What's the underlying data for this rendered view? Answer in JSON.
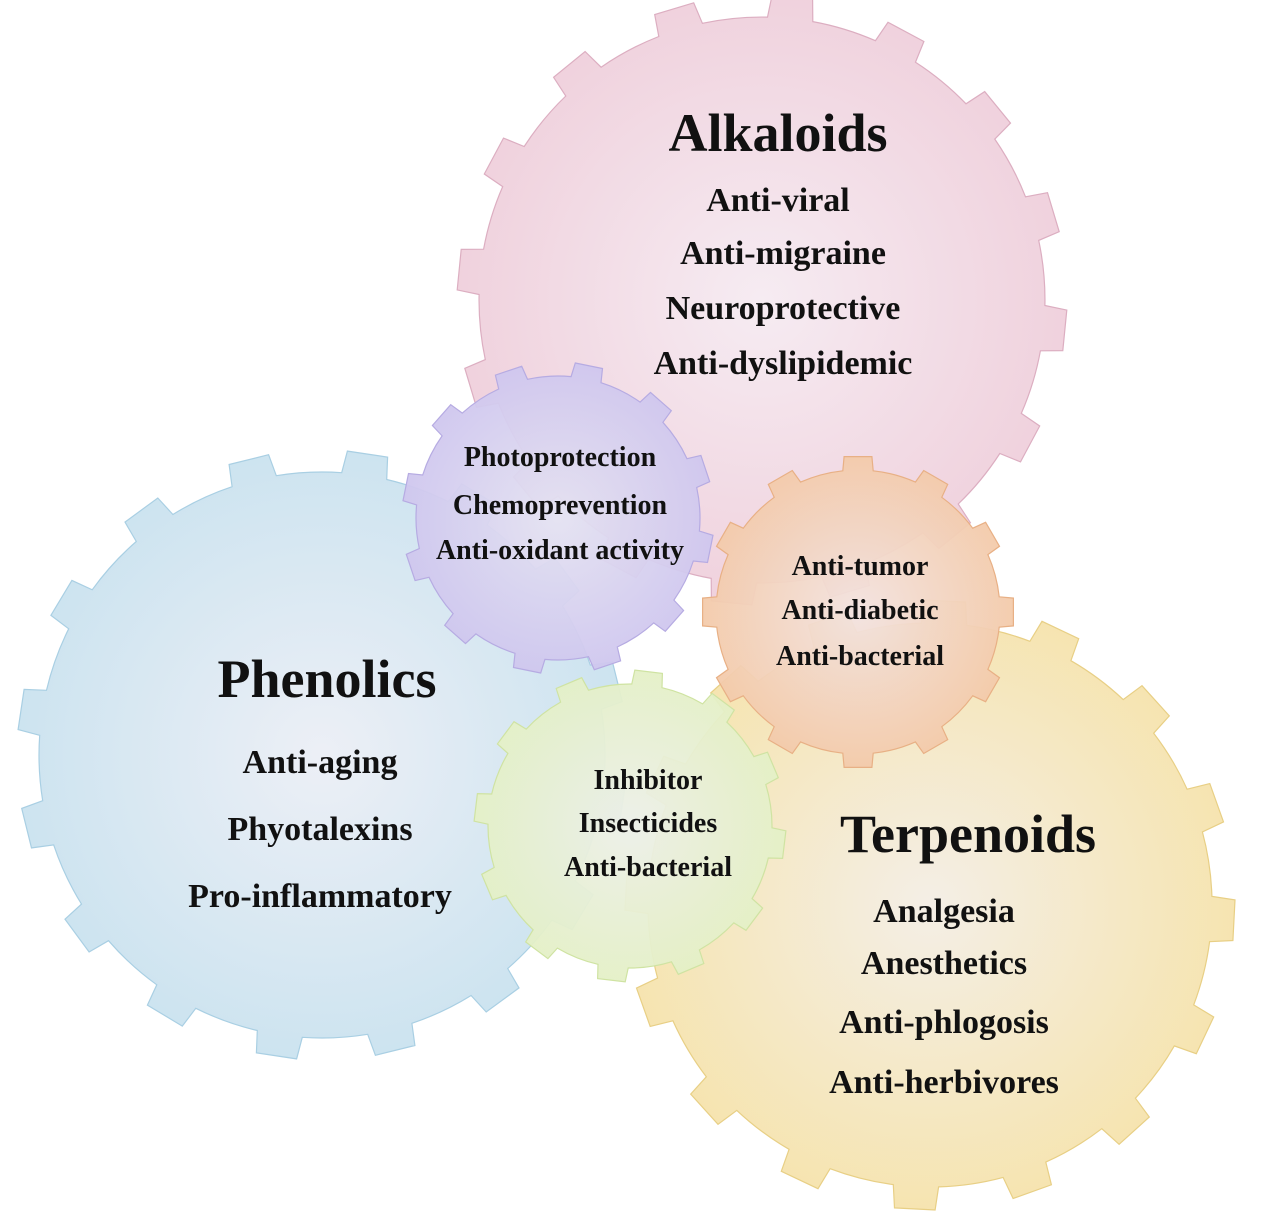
{
  "gears": {
    "alkaloids": {
      "title": "Alkaloids",
      "items": [
        "Anti-viral",
        "Anti-migraine",
        "Neuroprotective",
        "Anti-dyslipidemic"
      ],
      "color": "#eecbd8",
      "edge": "#dcaec1",
      "center_tint": "#f5eaf1"
    },
    "phenolics": {
      "title": "Phenolics",
      "items": [
        "Anti-aging",
        "Phyotalexins",
        "Pro-inflammatory"
      ],
      "color": "#c5e0ee",
      "edge": "#a9cfe3",
      "center_tint": "#ebeef5"
    },
    "terpenoids": {
      "title": "Terpenoids",
      "items": [
        "Analgesia",
        "Anesthetics",
        "Anti-phlogosis",
        "Anti-herbivores"
      ],
      "color": "#f5e1a4",
      "edge": "#e8cf85",
      "center_tint": "#f3ede4"
    },
    "purple": {
      "items": [
        "Photoprotection",
        "Chemoprevention",
        "Anti-oxidant activity"
      ],
      "color": "#cdc4ee",
      "edge": "#b6abe2",
      "center_tint": "#e4e2f1"
    },
    "orange": {
      "items": [
        "Anti-tumor",
        "Anti-diabetic",
        "Anti-bacterial"
      ],
      "color": "#f3c8a5",
      "edge": "#e8b085",
      "center_tint": "#f2e2df"
    },
    "green": {
      "items": [
        "Inhibitor",
        "Insecticides",
        "Anti-bacterial"
      ],
      "color": "#e3f0c3",
      "edge": "#cfe3a2",
      "center_tint": "#ecefe8"
    }
  }
}
